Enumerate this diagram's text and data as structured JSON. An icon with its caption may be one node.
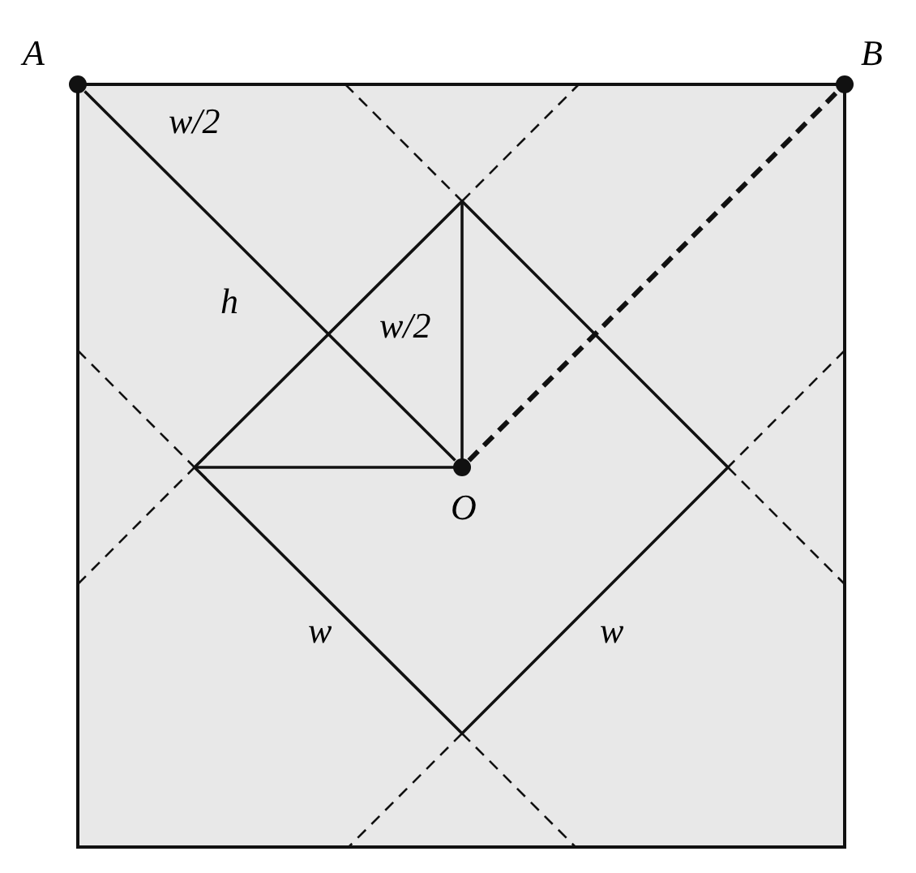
{
  "diagram": {
    "nodes": [
      {
        "text": [
          "A"
        ]
      },
      {
        "text": [
          "B"
        ]
      },
      {
        "text": [
          "O"
        ]
      }
    ],
    "edges": [
      {
        "from": 0,
        "to": 2,
        "arrow": "none",
        "label": "h"
      },
      {
        "from": 2,
        "to": 1,
        "arrow": "none",
        "style": "dashed"
      }
    ],
    "labels": [
      "w/2",
      "w/2",
      "w",
      "w"
    ]
  }
}
